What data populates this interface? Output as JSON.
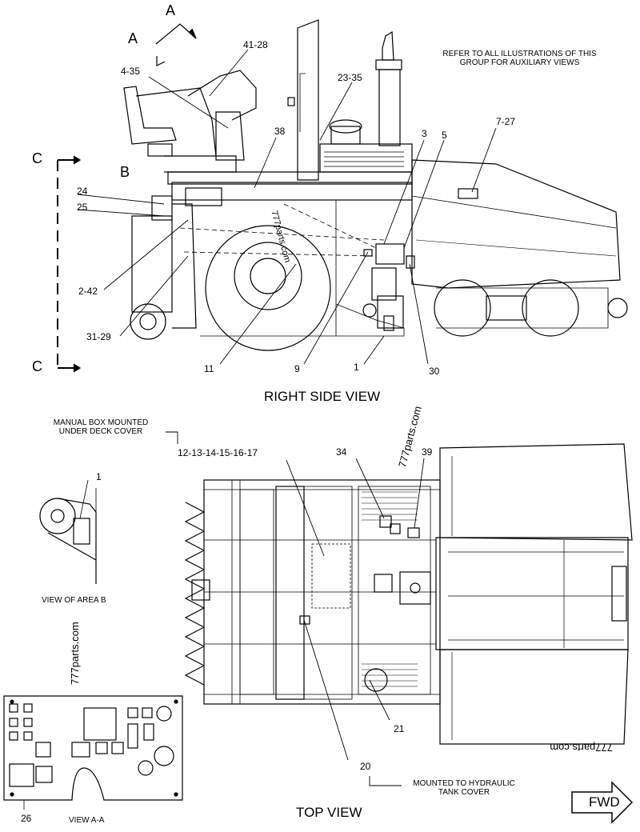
{
  "notes": {
    "refer": "REFER TO ALL ILLUSTRATIONS OF THIS\nGROUP FOR AUXILIARY VIEWS",
    "manual_box": "MANUAL BOX MOUNTED\nUNDER DECK COVER",
    "mounted_hydraulic": "MOUNTED TO HYDRAULIC\nTANK COVER"
  },
  "view_titles": {
    "right_side": "RIGHT SIDE VIEW",
    "top": "TOP VIEW",
    "area_b": "VIEW OF AREA B",
    "view_aa": "VIEW A-A"
  },
  "section_letters": {
    "a_top": "A",
    "a_left": "A",
    "b": "B",
    "c_top": "C",
    "c_bottom": "C"
  },
  "fwd": "FWD",
  "watermarks": [
    "777parts.com",
    "777parts.com",
    "777parts.com",
    "777parts.com"
  ],
  "callouts": {
    "c41_28": "41-28",
    "c4_35": "4-35",
    "c23_35": "23-35",
    "c38": "38",
    "c3": "3",
    "c5": "5",
    "c7_27": "7-27",
    "c24": "24",
    "c25": "25",
    "c2_42": "2-42",
    "c31_29": "31-29",
    "c11": "11",
    "c9": "9",
    "c1_side": "1",
    "c30": "30",
    "c12_17": "12-13-14-15-16-17",
    "c34": "34",
    "c39": "39",
    "c1_detail": "1",
    "c21": "21",
    "c20": "20",
    "c26": "26"
  }
}
